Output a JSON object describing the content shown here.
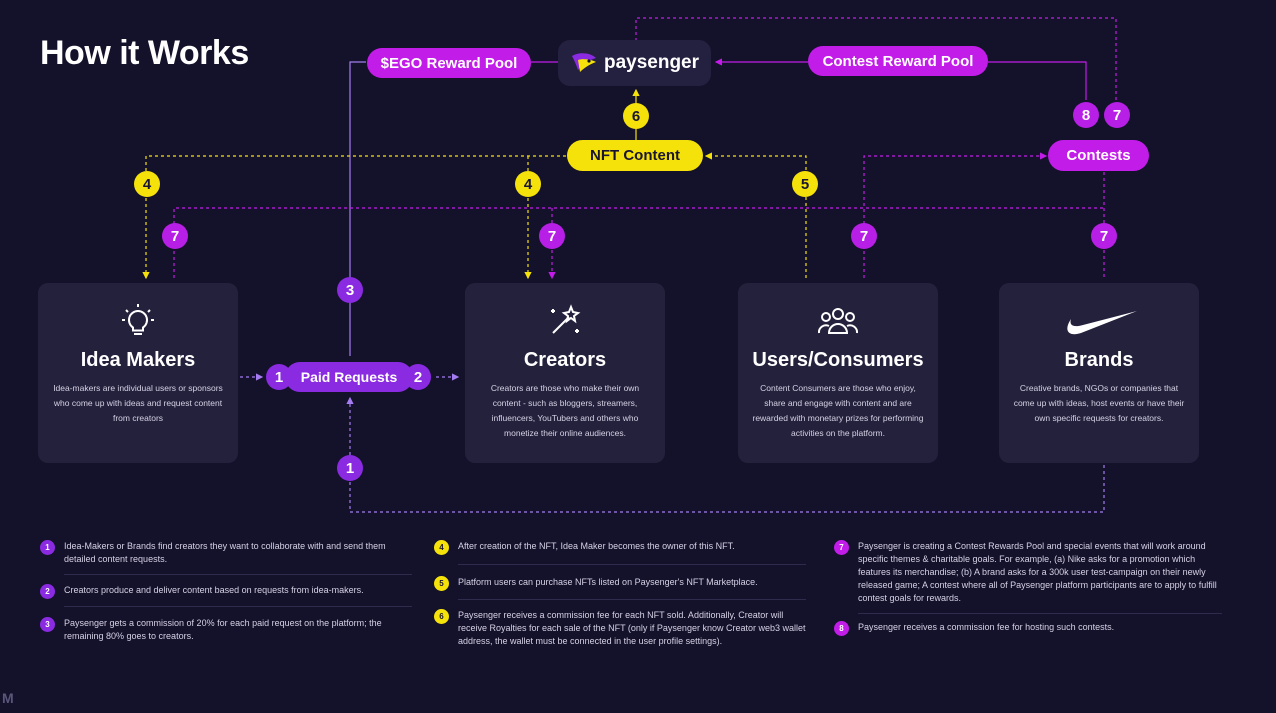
{
  "title": "How it Works",
  "colors": {
    "background": "#14112b",
    "card": "#24213c",
    "magenta": "#c21ce8",
    "violet": "#8a2be2",
    "yellow": "#f5e20a"
  },
  "logo": {
    "text": "paysenger",
    "icon": "paysenger-logo-icon"
  },
  "pools": {
    "ego": "$EGO Reward Pool",
    "contest": "Contest Reward Pool"
  },
  "nft_content": "NFT Content",
  "contests": "Contests",
  "paid_requests": "Paid Requests",
  "badges": {
    "six": "6",
    "eight": "8",
    "seven": "7",
    "four": "4",
    "five": "5",
    "three": "3",
    "one": "1",
    "two": "2"
  },
  "cards": [
    {
      "title": "Idea Makers",
      "icon": "lightbulb-icon",
      "desc": "Idea-makers are individual users or sponsors who come up with ideas and request content from creators"
    },
    {
      "title": "Creators",
      "icon": "magic-wand-icon",
      "desc": "Creators are those who make their own content - such as bloggers, streamers, influencers, YouTubers and others who monetize their online audiences."
    },
    {
      "title": "Users/Consumers",
      "icon": "users-group-icon",
      "desc": "Content Consumers are those who enjoy, share and engage with content and are rewarded with monetary prizes for performing activities on the platform."
    },
    {
      "title": "Brands",
      "icon": "swoosh-logo-icon",
      "desc": "Creative brands, NGOs or companies that come up with ideas, host events or have their own specific requests for creators."
    }
  ],
  "legend": [
    {
      "num": "1",
      "text": "Idea-Makers or Brands find creators they want to collaborate with and send them detailed content requests."
    },
    {
      "num": "2",
      "text": "Creators produce and deliver content based on requests from idea-makers."
    },
    {
      "num": "3",
      "text": "Paysenger gets a commission of 20% for each paid request on the platform; the remaining 80% goes to creators."
    },
    {
      "num": "4",
      "text": "After creation of the NFT, Idea Maker becomes the owner of this NFT."
    },
    {
      "num": "5",
      "text": "Platform users can purchase NFTs listed on Paysenger's NFT Marketplace."
    },
    {
      "num": "6",
      "text": "Paysenger receives a commission fee for each NFT sold. Additionally, Creator will receive Royalties for each sale of the NFT (only if Paysenger know Creator web3 wallet address, the wallet must be connected in the user profile settings)."
    },
    {
      "num": "7",
      "text": "Paysenger is creating a Contest Rewards Pool and special events that will work around specific themes & charitable goals. For example, (a) Nike asks for a promotion which features its merchandise; (b) A brand asks for a 300k user test-campaign on their newly released game; A contest where all of Paysenger platform participants are to apply to fulfill contest goals for rewards."
    },
    {
      "num": "8",
      "text": "Paysenger receives a commission fee for hosting such contests."
    }
  ],
  "corner_mark": "M"
}
